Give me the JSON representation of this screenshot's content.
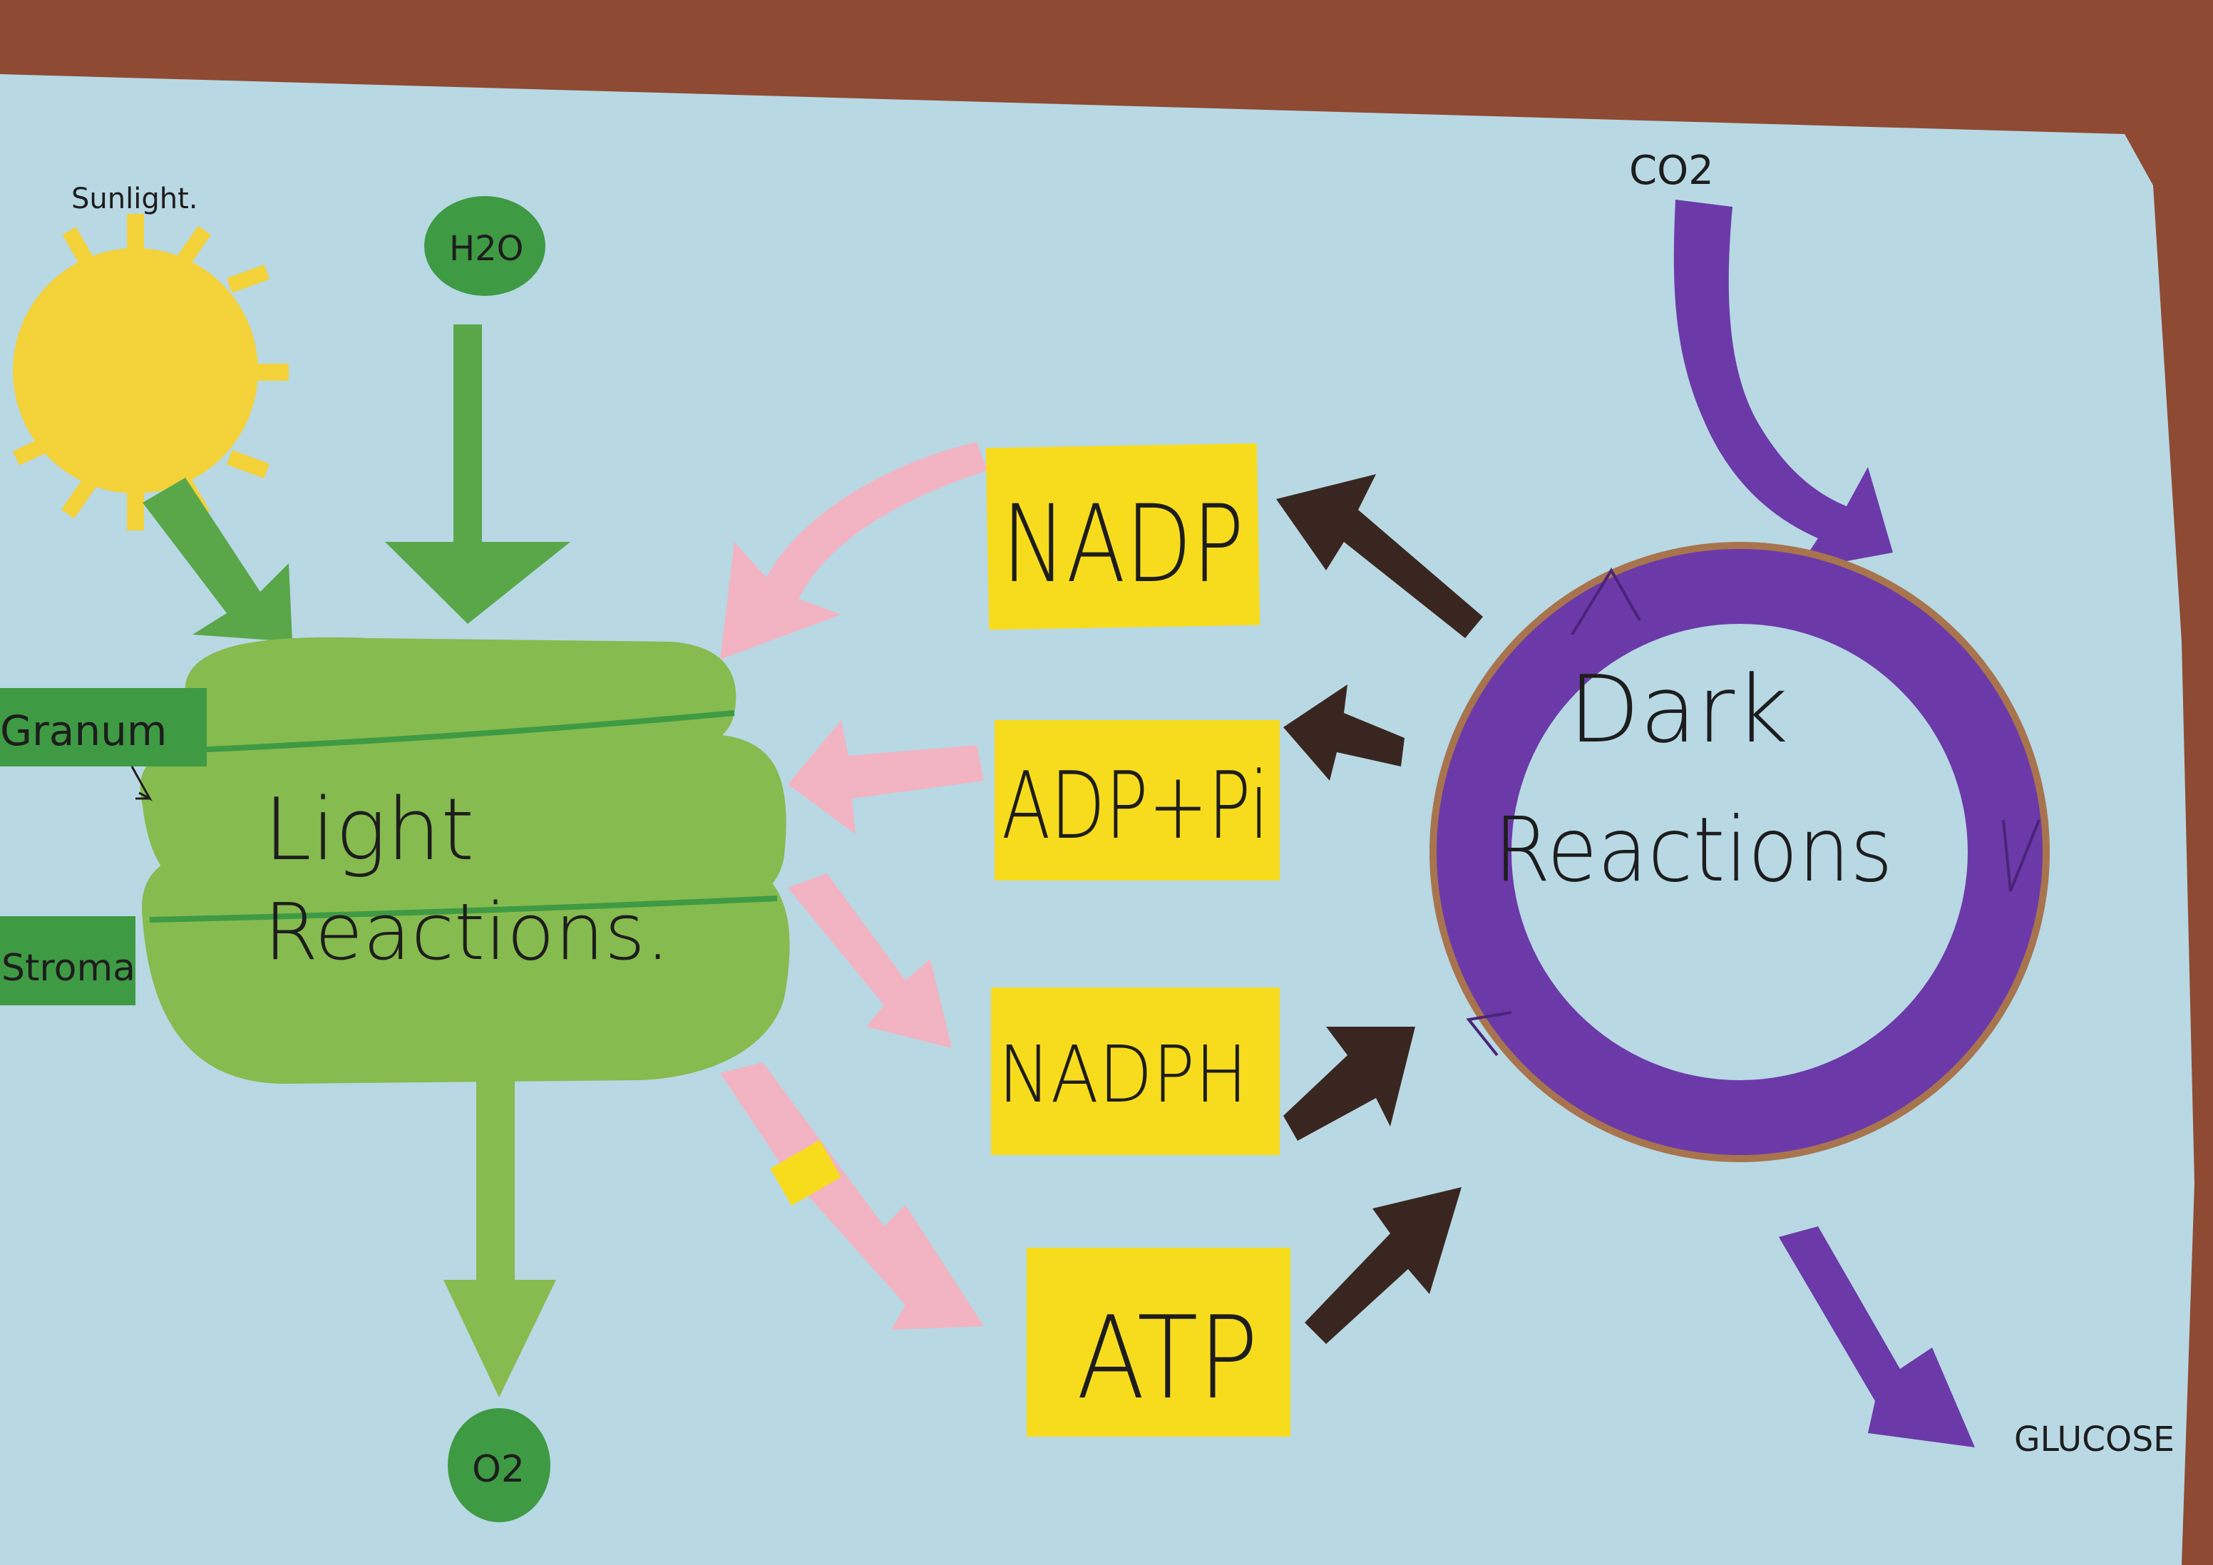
{
  "poster": {
    "sun_label": "Sunlight.",
    "water_label": "H2O",
    "oxygen_label": "O2",
    "granum_label": "Granum",
    "stroma_label": "Stroma",
    "light_reactions_line1": "Light",
    "light_reactions_line2": "Reactions.",
    "dark_reactions_line1": "Dark",
    "dark_reactions_line2": "Reactions",
    "co2_label": "CO2",
    "glucose_label": "GLUCOSE",
    "boxes": {
      "nadp": "NADP",
      "adp_pi": "ADP+Pi",
      "nadph": "NADPH",
      "atp": "ATP"
    }
  },
  "colors": {
    "board": "#b8d8e4",
    "sun": "#f3d23a",
    "green_dark": "#4e9a40",
    "green_light": "#86bb4f",
    "yellow_box": "#f7dc1e",
    "pink_arrow": "#f2b4c2",
    "brown_arrow": "#3a2620",
    "purple": "#6b3aa8"
  }
}
